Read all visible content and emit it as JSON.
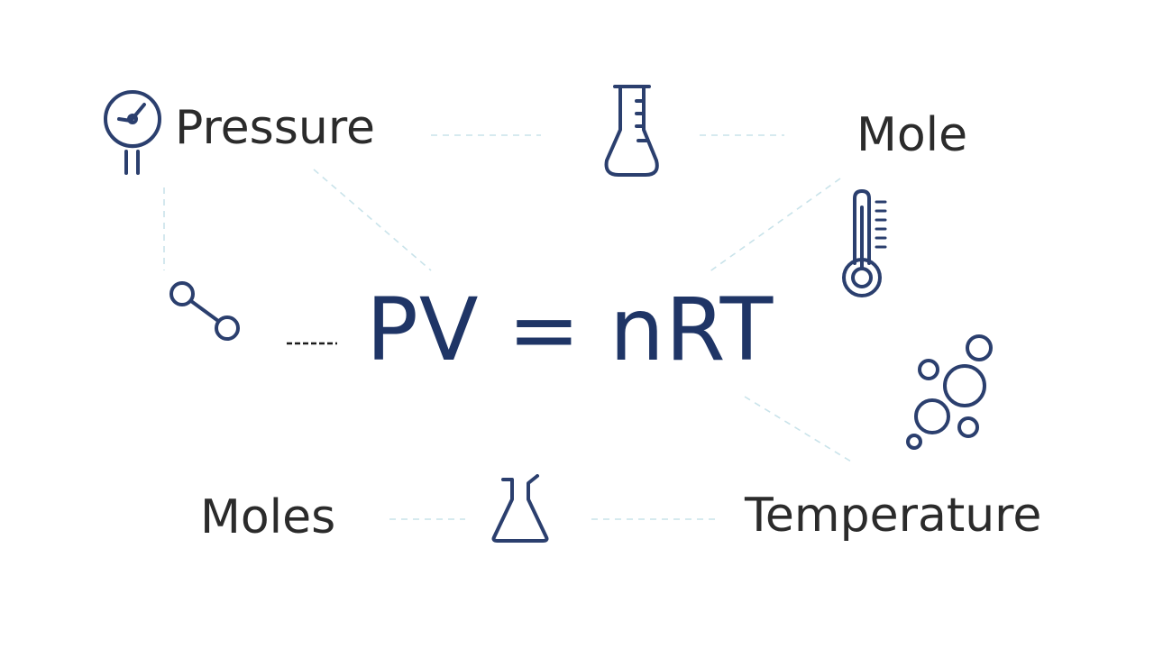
{
  "diagram": {
    "equation": "PV = nRT",
    "labels": {
      "pressure": "Pressure",
      "mole": "Mole",
      "moles": "Moles",
      "temperature": "Temperature"
    },
    "icons": [
      "pressure-gauge-icon",
      "graduated-beaker-icon",
      "thermometer-icon",
      "molecule-icon",
      "bubbles-icon",
      "erlenmeyer-flask-icon"
    ]
  },
  "colors": {
    "equation": "#1f3566",
    "icon_stroke": "#2b3f6e",
    "label_text": "#2b2b2b",
    "connector_line": "#c9e3ea",
    "background": "#ffffff"
  }
}
